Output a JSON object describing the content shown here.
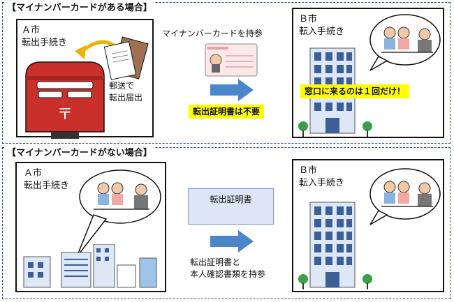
{
  "section1": {
    "title": "【マイナンバーカードがある場合】",
    "city_a": "Ａ市",
    "a_procedure": "転出手続き",
    "mail_label_1": "郵送で",
    "mail_label_2": "転出届出",
    "carry_label": "マイナンバーカードを持参",
    "not_needed": "転出証明書は不要",
    "city_b": "Ｂ市",
    "b_procedure": "転入手続き",
    "once_label": "窓口に来るのは１回だけ！"
  },
  "section2": {
    "title": "【マイナンバーカードがない場合】",
    "city_a": "Ａ市",
    "a_procedure": "転出手続き",
    "certificate": "転出証明書",
    "carry_line1": "転出証明書と",
    "carry_line2": "本人確認書類を持参",
    "city_b": "Ｂ市",
    "b_procedure": "転入手続き"
  },
  "colors": {
    "arrow": "#4a86c8",
    "highlight": "#ffff00",
    "mailbox": "#c9302c",
    "cert_fill": "#dbe5f5"
  },
  "icons": [
    "mailbox-icon",
    "envelope-icon",
    "my-number-card-icon",
    "office-building-icon",
    "consultation-icon",
    "city-buildings-icon",
    "tree-icon"
  ]
}
